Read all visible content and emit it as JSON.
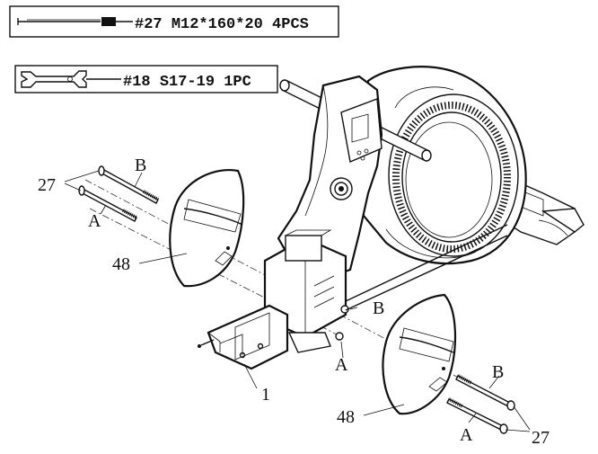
{
  "hardware_boxes": [
    {
      "part_no": "#27",
      "spec": "M12*160*20",
      "qty": "4PCS",
      "icon": "bolt-icon"
    },
    {
      "part_no": "#18",
      "spec": "S17-19",
      "qty": "1PC",
      "icon": "wrench-icon"
    }
  ],
  "callouts": {
    "bolt_left": "27",
    "bolt_right": "27",
    "bolt_b_left": "B",
    "bolt_a_left": "A",
    "bolt_b_right": "B",
    "bolt_a_right": "A",
    "hole_b": "B",
    "hole_a": "A",
    "cover_left": "48",
    "cover_right": "48",
    "frame": "1"
  }
}
